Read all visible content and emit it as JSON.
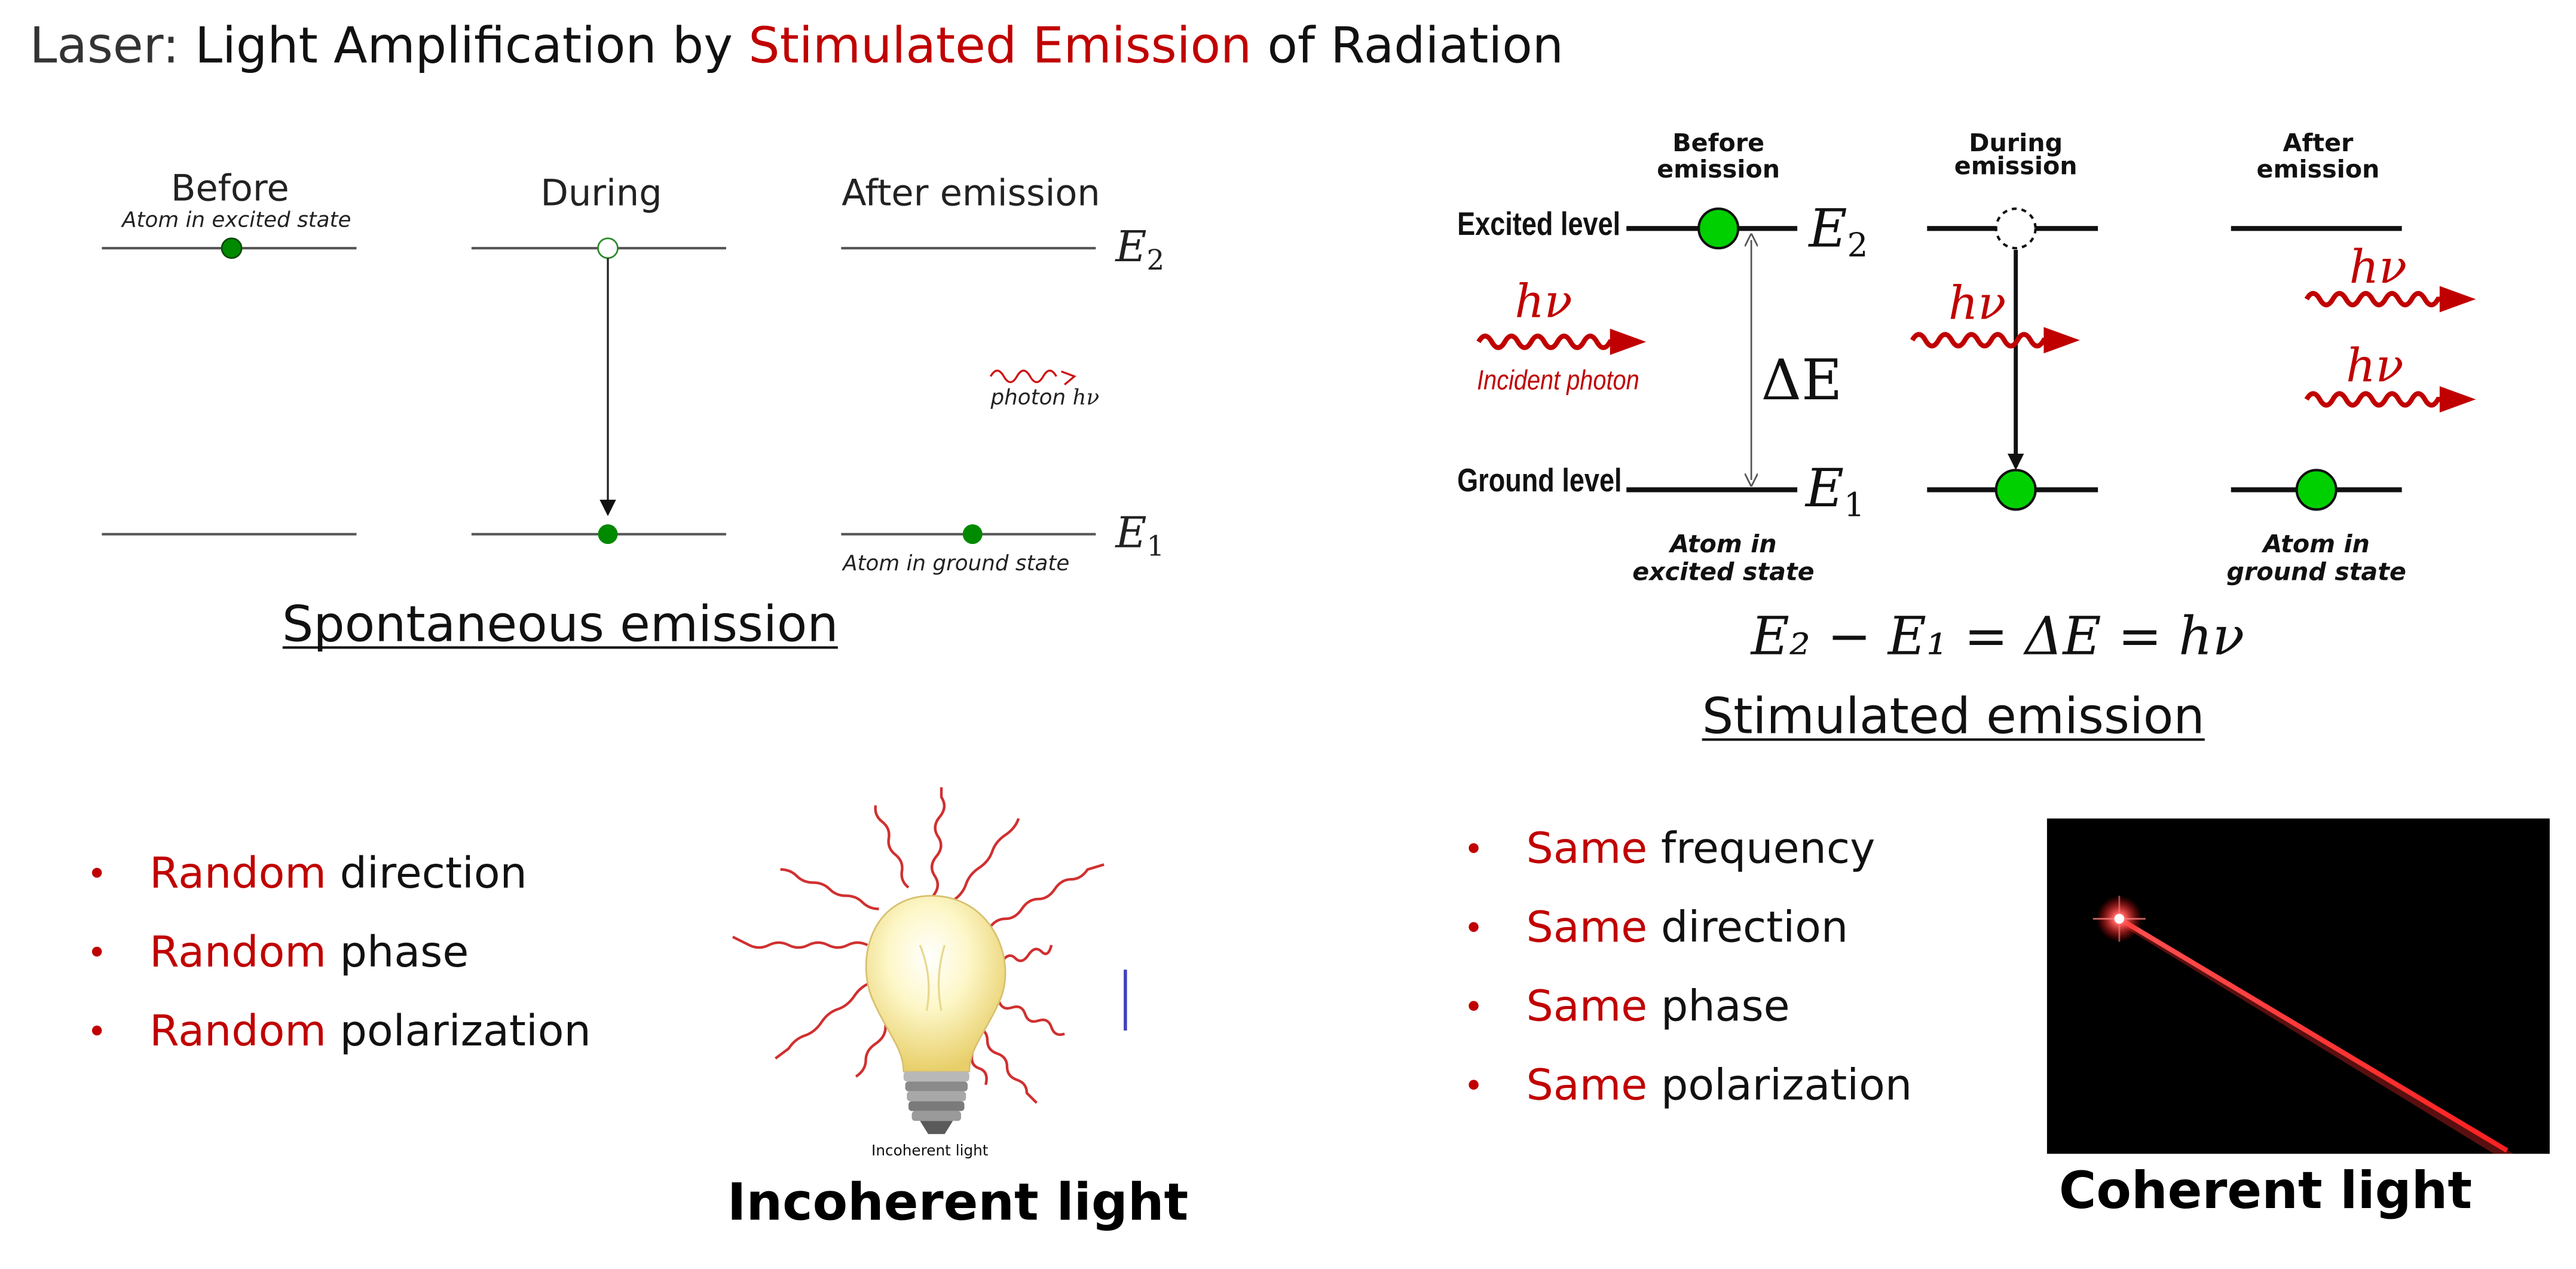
{
  "title": {
    "part1": "Laser: ",
    "part2": "Light Amplification by ",
    "part3": "Stimulated Emission",
    "part4": " of Radiation"
  },
  "spontaneous": {
    "before": "Before",
    "before_sub": "Atom in excited state",
    "during": "During",
    "after": "After emission",
    "e2": "E",
    "e2_sub": "2",
    "e1": "E",
    "e1_sub": "1",
    "photon": "photon ",
    "photon_sym": "hν",
    "ground_note": "Atom in ground state",
    "caption": "Spontaneous emission"
  },
  "stimulated": {
    "before": [
      "Before",
      "emission"
    ],
    "during": [
      "During",
      "emission"
    ],
    "after": [
      "After",
      "emission"
    ],
    "excited_level": "Excited level",
    "ground_level": "Ground level",
    "e2": "E",
    "e2_sub": "2",
    "e1": "E",
    "e1_sub": "1",
    "delta_e": "ΔE",
    "hv": "hν",
    "incident_photon": "Incident photon",
    "atom_excited": [
      "Atom in",
      "excited state"
    ],
    "atom_ground": [
      "Atom in",
      "ground state"
    ],
    "equation": "E₂ − E₁ = ΔE = hν",
    "caption": "Stimulated emission"
  },
  "incoherent": {
    "bullets": [
      {
        "accent": "Random",
        "rest": " direction"
      },
      {
        "accent": "Random",
        "rest": " phase"
      },
      {
        "accent": "Random",
        "rest": " polarization"
      }
    ],
    "bulb_caption": "Incoherent light",
    "caption": "Incoherent light"
  },
  "coherent": {
    "bullets": [
      {
        "accent": "Same",
        "rest": " frequency"
      },
      {
        "accent": "Same",
        "rest": " direction"
      },
      {
        "accent": "Same",
        "rest": " phase"
      },
      {
        "accent": "Same",
        "rest": " polarization"
      }
    ],
    "caption": "Coherent light"
  },
  "colors": {
    "accent": "#c00000",
    "text": "#1a1a1a",
    "atom_dark": "#008a00",
    "atom_bright": "#00d000",
    "photon": "#d01010",
    "laser_bg": "#000000",
    "stroke_marker": "#4040c0"
  }
}
